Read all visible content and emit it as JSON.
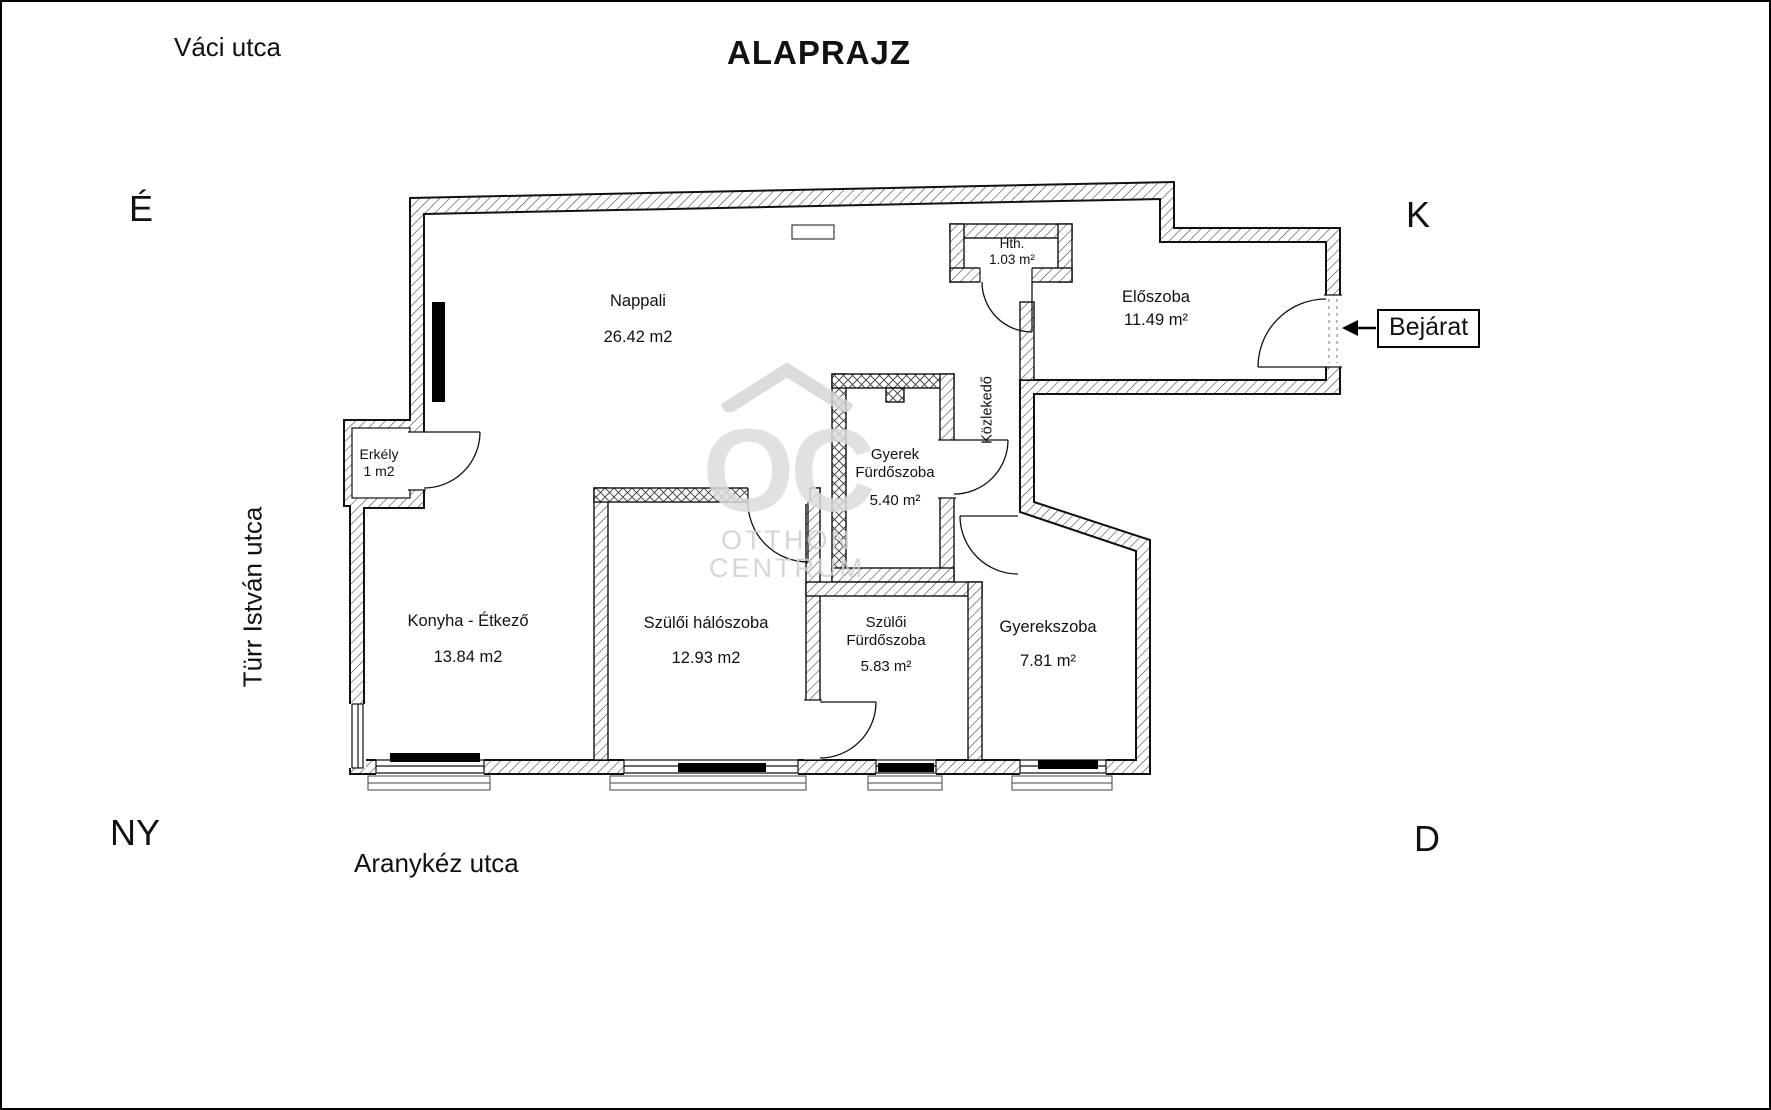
{
  "title": "ALAPRAJZ",
  "streets": {
    "top": "Váci utca",
    "left": "Türr István utca",
    "bottom": "Aranykéz utca"
  },
  "compass": {
    "nw": "É",
    "ne": "K",
    "sw": "NY",
    "se": "D"
  },
  "entrance": {
    "label": "Bejárat"
  },
  "rooms": [
    {
      "name": "Nappali",
      "area": "26.42 m2"
    },
    {
      "name": "Hth.",
      "area": "1.03 m²"
    },
    {
      "name": "Előszoba",
      "area": "11.49 m²"
    },
    {
      "name": "Erkély",
      "area": "1 m2"
    },
    {
      "name": "Gyerek",
      "name2": "Fürdőszoba",
      "area": "5.40 m²"
    },
    {
      "name": "Közlekedő"
    },
    {
      "name": "Konyha - Étkező",
      "area": "13.84 m2"
    },
    {
      "name": "Szülői hálószoba",
      "area": "12.93 m2"
    },
    {
      "name": "Szülői",
      "name2": "Fürdőszoba",
      "area": "5.83 m²"
    },
    {
      "name": "Gyerekszoba",
      "area": "7.81 m²"
    }
  ],
  "watermark": {
    "monogram": "OC",
    "line1": "OTTHON",
    "line2": "CENTRUM"
  },
  "colors": {
    "ink": "#111111",
    "watermark_gray": "#d2d2d2",
    "background": "#ffffff"
  }
}
